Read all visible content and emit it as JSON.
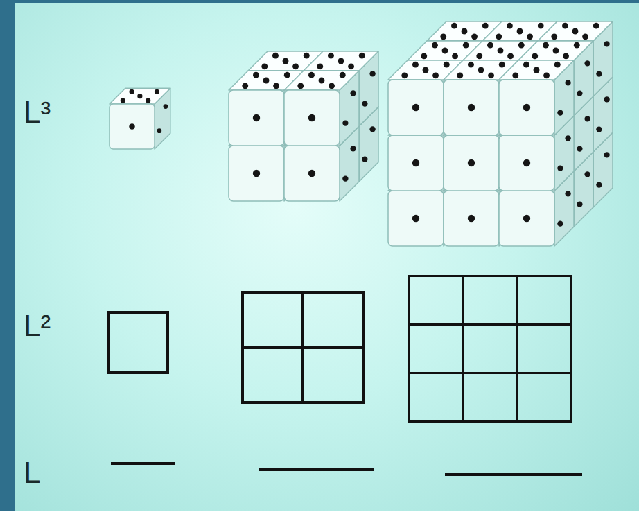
{
  "diagram": {
    "labels": [
      "L³",
      "L²",
      "L"
    ]
  }
}
